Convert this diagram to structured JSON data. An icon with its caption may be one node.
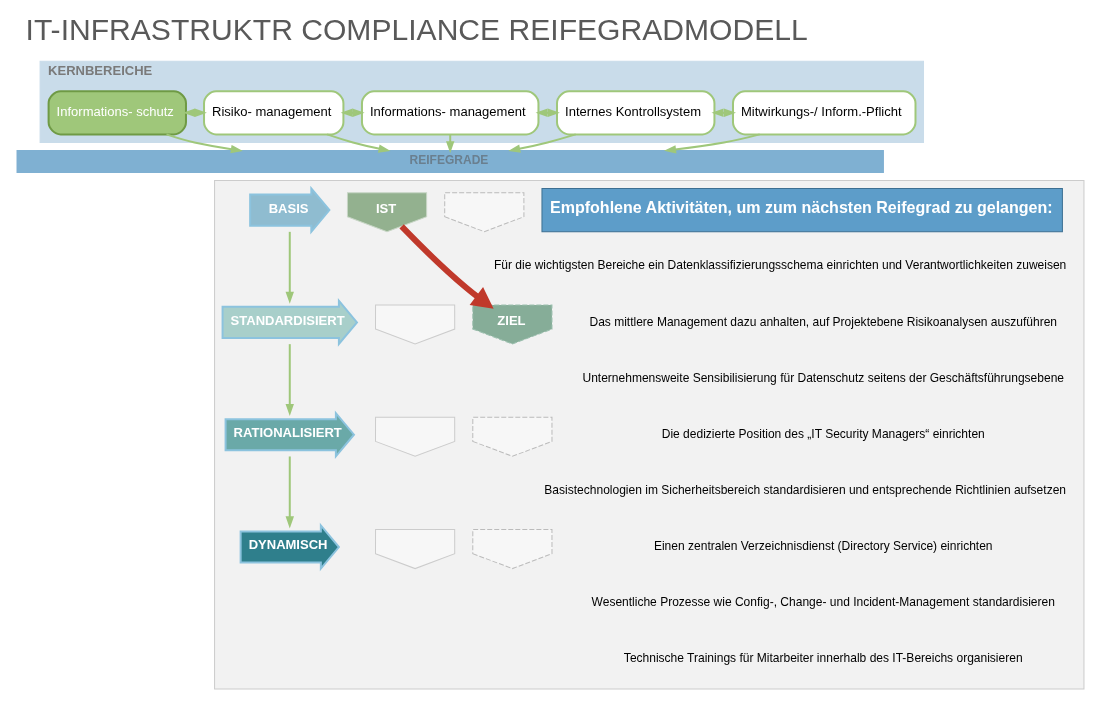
{
  "diagram": {
    "title": "IT-INFRASTRUKTR COMPLIANCE REIFEGRADMODELL",
    "nodes": [
      {
        "text": [
          "KERNBEREICHE"
        ]
      },
      {
        "text": [
          "Informations- schutz"
        ],
        "in": 0
      },
      {
        "text": [
          "Risiko- management"
        ],
        "in": 0
      },
      {
        "text": [
          "Informations- management"
        ],
        "in": 0
      },
      {
        "text": [
          "Internes Kontrollsystem"
        ],
        "in": 0
      },
      {
        "text": [
          "Mitwirkungs-/ Inform.-Pflicht"
        ],
        "in": 0
      },
      {
        "text": [
          "REIFEGRADE"
        ]
      },
      {
        "text": [],
        "shape": "box"
      },
      {
        "text": [
          "BASIS"
        ],
        "in": 7
      },
      {
        "text": [
          "STANDARDISIERT"
        ],
        "in": 7
      },
      {
        "text": [
          "RATIONALISIERT"
        ],
        "in": 7
      },
      {
        "text": [
          "DYNAMISCH"
        ],
        "in": 7
      },
      {
        "text": [
          "IST"
        ],
        "in": 7
      },
      {
        "text": [],
        "shape": "chevron",
        "in": 7
      },
      {
        "text": [],
        "shape": "chevron",
        "in": 7
      },
      {
        "text": [],
        "shape": "chevron",
        "in": 7
      },
      {
        "text": [],
        "shape": "chevron",
        "in": 7
      },
      {
        "text": [
          "ZIEL"
        ],
        "in": 7
      },
      {
        "text": [],
        "shape": "chevron",
        "in": 7
      },
      {
        "text": [],
        "shape": "chevron",
        "in": 7
      },
      {
        "text": [
          "Empfohlene Aktivitäten, um zum nächsten Reifegrad zu gelangen:"
        ],
        "in": 7
      }
    ],
    "edges": [
      {
        "from": 1,
        "to": 2,
        "arrow": "both"
      },
      {
        "from": 2,
        "to": 3,
        "arrow": "both"
      },
      {
        "from": 3,
        "to": 4,
        "arrow": "both"
      },
      {
        "from": 4,
        "to": 5,
        "arrow": "both"
      },
      {
        "from": 1,
        "to": 6,
        "arrow": "to"
      },
      {
        "from": 2,
        "to": 6,
        "arrow": "to"
      },
      {
        "from": 3,
        "to": 6,
        "arrow": "to"
      },
      {
        "from": 4,
        "to": 6,
        "arrow": "to"
      },
      {
        "from": 5,
        "to": 6,
        "arrow": "to"
      },
      {
        "from": 8,
        "to": 9,
        "arrow": "to"
      },
      {
        "from": 9,
        "to": 10,
        "arrow": "to"
      },
      {
        "from": 10,
        "to": 11,
        "arrow": "to"
      },
      {
        "from": 12,
        "to": 17,
        "arrow": "to",
        "style": "thick",
        "color": "#c0392b"
      }
    ],
    "labels": [
      "Für die wichtigsten Bereiche ein Datenklassifizierungsschema einrichten und Verantwortlichkeiten zuweisen",
      "Das mittlere Management dazu anhalten, auf Projektebene Risikoanalysen auszuführen",
      "Unternehmensweite Sensibilisierung für Datenschutz seitens der Geschäftsführungsebene",
      "Die dedizierte Position des „IT Security Managers“ einrichten",
      "Basistechnologien im Sicherheitsbereich standardisieren und entsprechende Richtlinien aufsetzen",
      "Einen zentralen Verzeichnisdienst (Directory Service) einrichten",
      "Wesentliche Prozesse wie Config-, Change- und Incident-Management standardisieren",
      "Technische Trainings für Mitarbeiter innerhalb des IT-Bereichs organisieren"
    ]
  }
}
